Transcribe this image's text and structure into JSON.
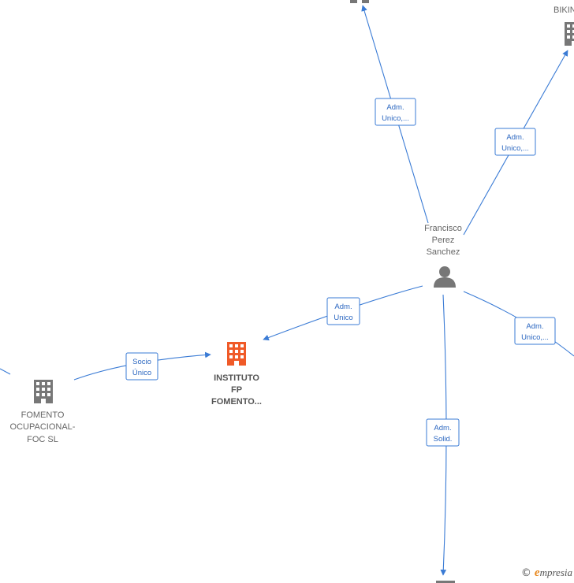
{
  "colors": {
    "edge": "#3a7bd5",
    "building": "#777777",
    "building_focus": "#f05a28",
    "person": "#777777"
  },
  "nodes": {
    "person": {
      "label_lines": [
        "Francisco",
        "Perez",
        "Sanchez"
      ]
    },
    "instituto": {
      "label_lines": [
        "INSTITUTO",
        "FP",
        "FOMENTO..."
      ]
    },
    "fomento": {
      "label_lines": [
        "FOMENTO",
        "OCUPACIONAL-",
        "FOC  SL"
      ]
    },
    "top_right": {
      "label_lines": [
        "BIKIN"
      ]
    }
  },
  "edges": {
    "to_top": {
      "label_lines": [
        "Adm.",
        "Unico,..."
      ]
    },
    "to_top_right": {
      "label_lines": [
        "Adm.",
        "Unico,..."
      ]
    },
    "to_instituto": {
      "label_lines": [
        "Adm.",
        "Unico"
      ]
    },
    "to_right": {
      "label_lines": [
        "Adm.",
        "Unico,..."
      ]
    },
    "to_bottom": {
      "label_lines": [
        "Adm.",
        "Solid."
      ]
    },
    "fomento_instituto": {
      "label_lines": [
        "Socio",
        "Único"
      ]
    }
  },
  "footer": {
    "copyright": "©",
    "brand_initial": "e",
    "brand_rest": "mpresia"
  }
}
